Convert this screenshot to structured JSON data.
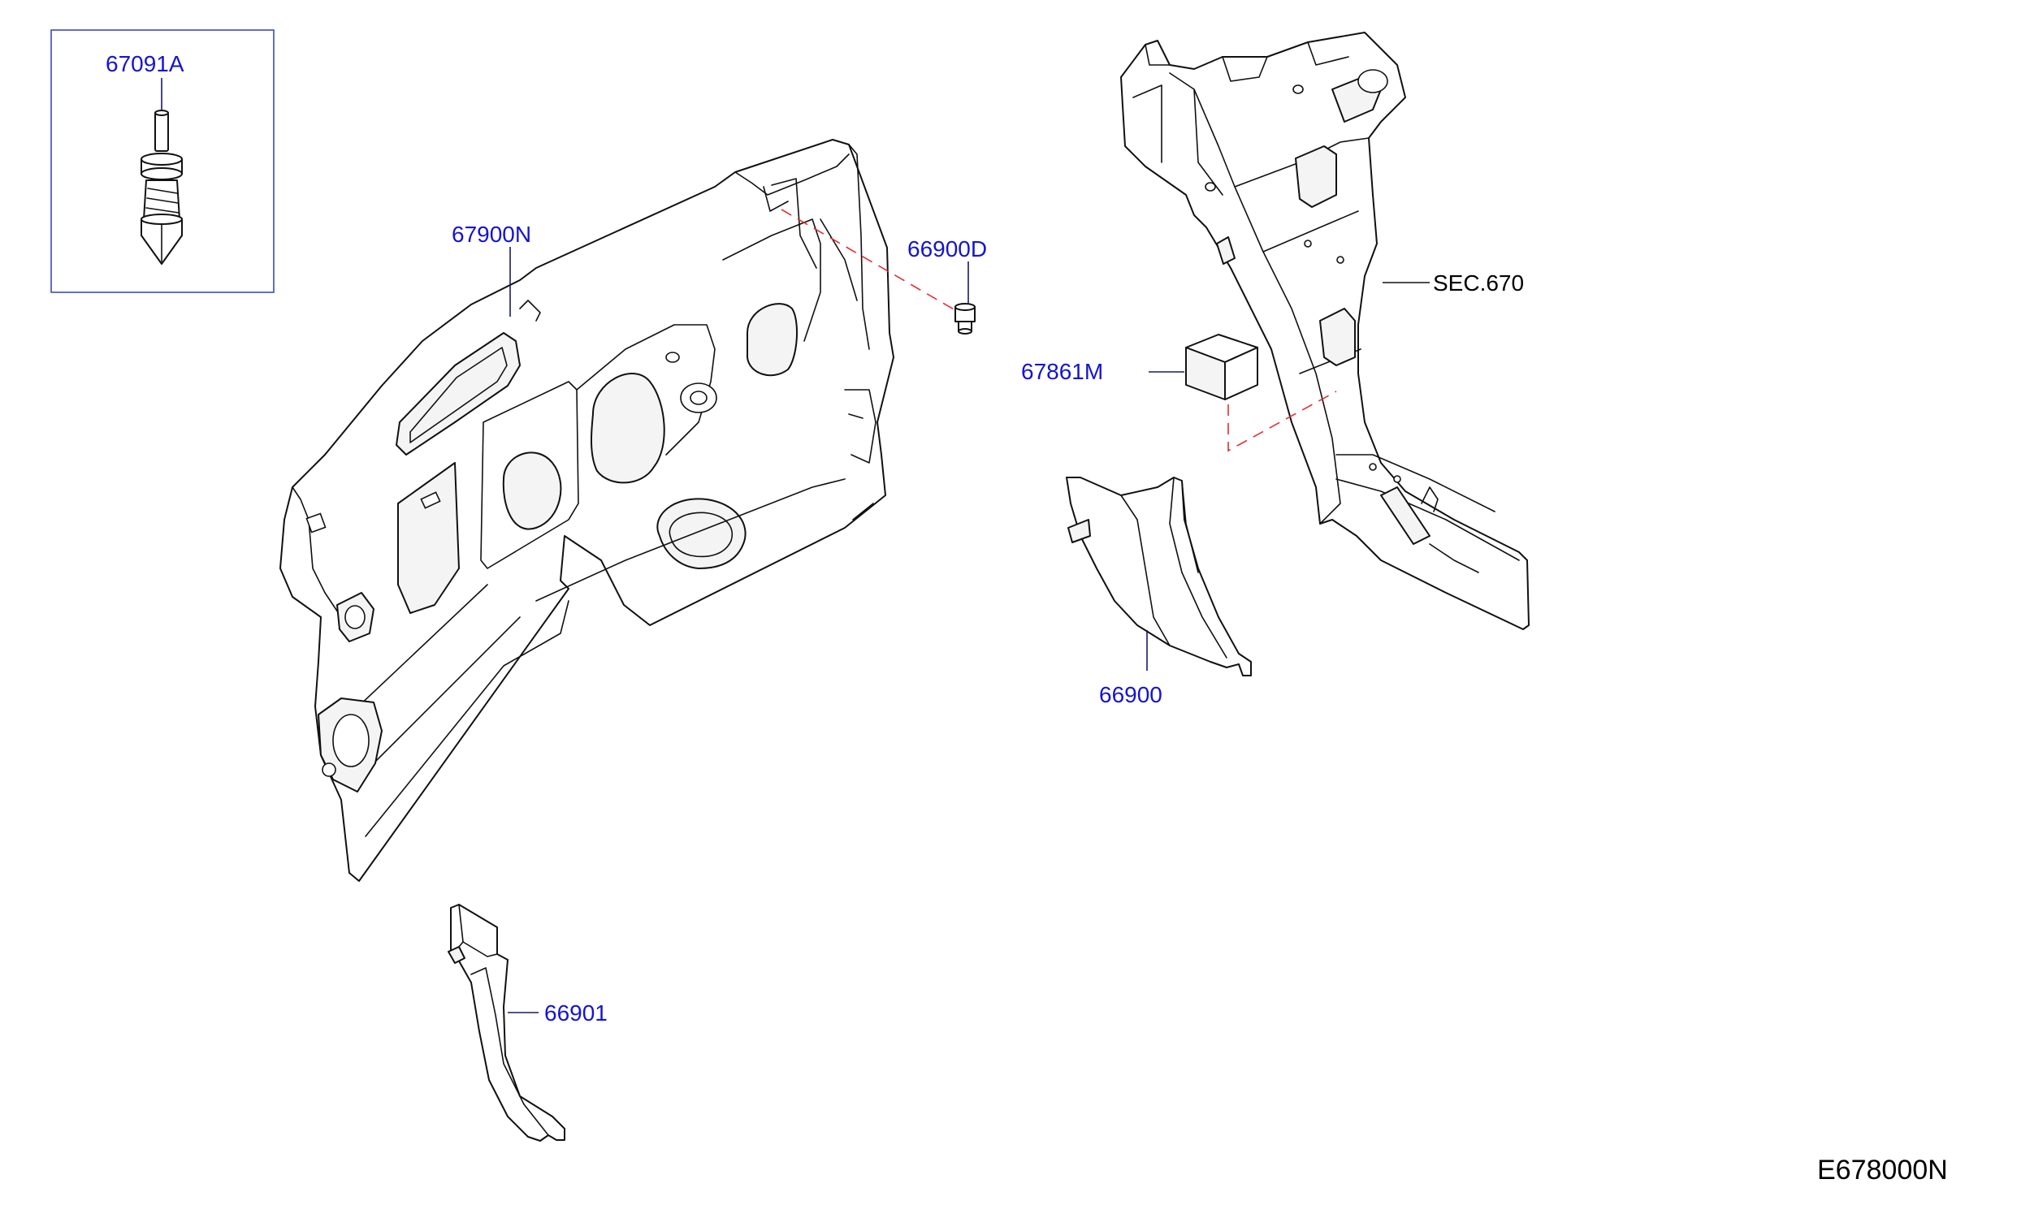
{
  "colors": {
    "part_number": "#1414d2",
    "reference": "#000000",
    "assembly_dash": "#e03030"
  },
  "callouts": {
    "screw": "67091A",
    "dash_insulator": "67900N",
    "clip": "66900D",
    "pad": "67861M",
    "finisher_front": "66900",
    "finisher_lower": "66901",
    "section_ref": "SEC.670"
  },
  "diagram_code": "E678000N"
}
